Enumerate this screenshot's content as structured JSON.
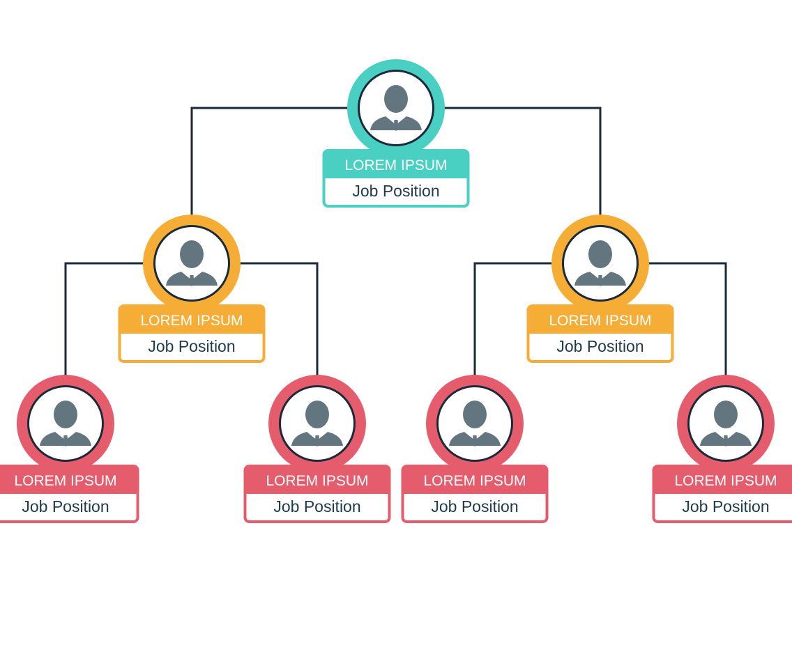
{
  "colors": {
    "connector": "#1b2a3a",
    "avatar": "#637680",
    "tier1": "#4acfc3",
    "tier2": "#f6ad35",
    "tier3": "#e55d6d"
  },
  "icons": {
    "avatar": "person-in-suit-icon"
  },
  "nodes": [
    {
      "id": "ceo",
      "tier": 1,
      "name": "LOREM IPSUM",
      "role": "Job Position"
    },
    {
      "id": "manager-left",
      "tier": 2,
      "name": "LOREM IPSUM",
      "role": "Job Position"
    },
    {
      "id": "manager-right",
      "tier": 2,
      "name": "LOREM IPSUM",
      "role": "Job Position"
    },
    {
      "id": "staff-1",
      "tier": 3,
      "name": "LOREM IPSUM",
      "role": "Job Position"
    },
    {
      "id": "staff-2",
      "tier": 3,
      "name": "LOREM IPSUM",
      "role": "Job Position"
    },
    {
      "id": "staff-3",
      "tier": 3,
      "name": "LOREM IPSUM",
      "role": "Job Position"
    },
    {
      "id": "staff-4",
      "tier": 3,
      "name": "LOREM IPSUM",
      "role": "Job Position"
    }
  ],
  "edges": [
    {
      "from": "ceo",
      "to": "manager-left"
    },
    {
      "from": "ceo",
      "to": "manager-right"
    },
    {
      "from": "manager-left",
      "to": "staff-1"
    },
    {
      "from": "manager-left",
      "to": "staff-2"
    },
    {
      "from": "manager-right",
      "to": "staff-3"
    },
    {
      "from": "manager-right",
      "to": "staff-4"
    }
  ]
}
